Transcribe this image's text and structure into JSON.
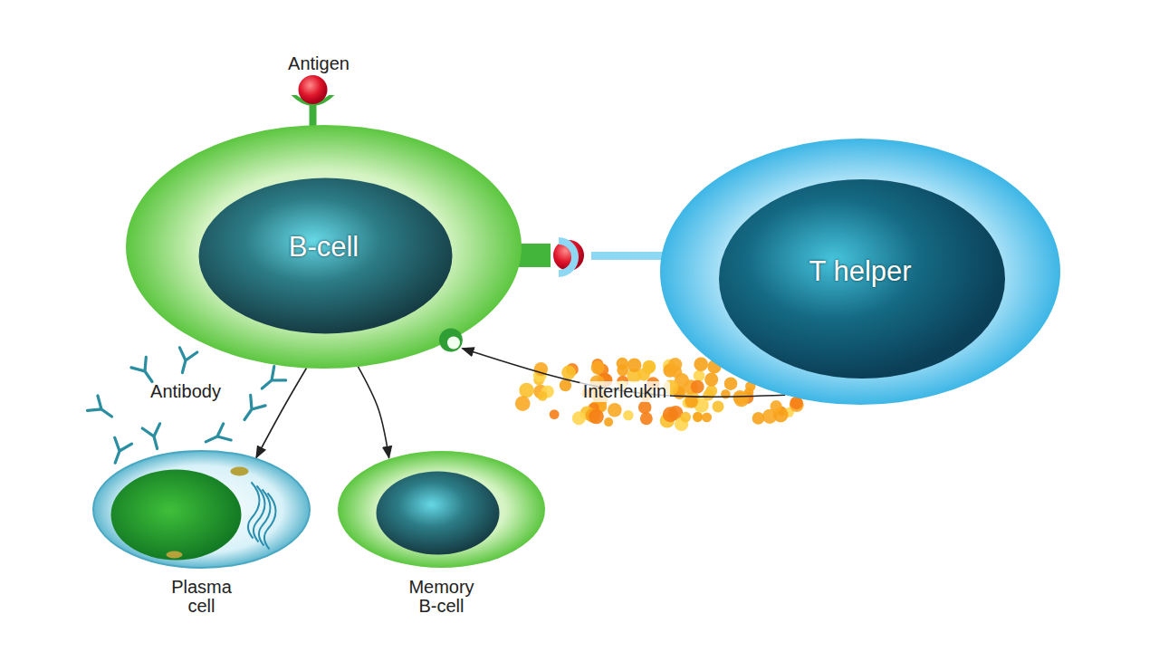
{
  "diagram": {
    "nodes": [
      {
        "text": [
          "B-cell"
        ]
      },
      {
        "text": [
          "T helper"
        ]
      },
      {
        "text": [
          "Plasma cell"
        ]
      },
      {
        "text": [
          "Memory B-cell"
        ]
      }
    ],
    "edges": [
      {
        "from": 0,
        "to": 2,
        "arrow": "to"
      },
      {
        "from": 0,
        "to": 3,
        "arrow": "to"
      },
      {
        "from": 1,
        "to": 0,
        "label": "Interleukin",
        "arrow": "to"
      }
    ],
    "labels": [
      "Antigen",
      "Antibody"
    ]
  }
}
